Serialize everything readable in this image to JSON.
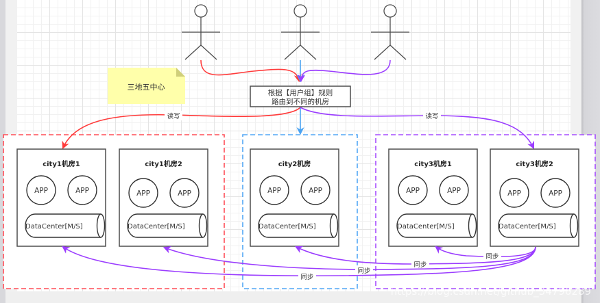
{
  "note": {
    "text": "三地五中心",
    "color": "#ffffaa"
  },
  "users": [
    {
      "id": "user-1"
    },
    {
      "id": "user-2"
    },
    {
      "id": "user-3"
    }
  ],
  "router": {
    "line1": "根据【用户组】规则",
    "line2": "路由到不同的机房"
  },
  "edge_labels": {
    "read_write": "读写",
    "sync": "同步"
  },
  "zones": [
    {
      "name": "city1",
      "color": "#ff4d57"
    },
    {
      "name": "city2",
      "color": "#52a7f5"
    },
    {
      "name": "city3",
      "color": "#a64dff"
    }
  ],
  "rooms": [
    {
      "title": "city1机房1",
      "apps": [
        "APP",
        "APP"
      ],
      "datacenter": "DataCenter[M/S]"
    },
    {
      "title": "city1机房2",
      "apps": [
        "APP",
        "APP"
      ],
      "datacenter": "DataCenter[M/S]"
    },
    {
      "title": "city2机房",
      "apps": [
        "APP",
        "APP"
      ],
      "datacenter": "DataCenter[M/S]"
    },
    {
      "title": "city3机房1",
      "apps": [
        "APP",
        "APP"
      ],
      "datacenter": "DataCenter[M/S]"
    },
    {
      "title": "city3机房2",
      "apps": [
        "APP",
        "APP"
      ],
      "datacenter": "DataCenter[M/S]"
    }
  ],
  "colors": {
    "red": "#ff3b3b",
    "blue": "#4ba3f2",
    "purple": "#9b3dff",
    "stroke": "#4d4d4d"
  },
  "watermark": "https://blog.csdn.net/github_34790289"
}
